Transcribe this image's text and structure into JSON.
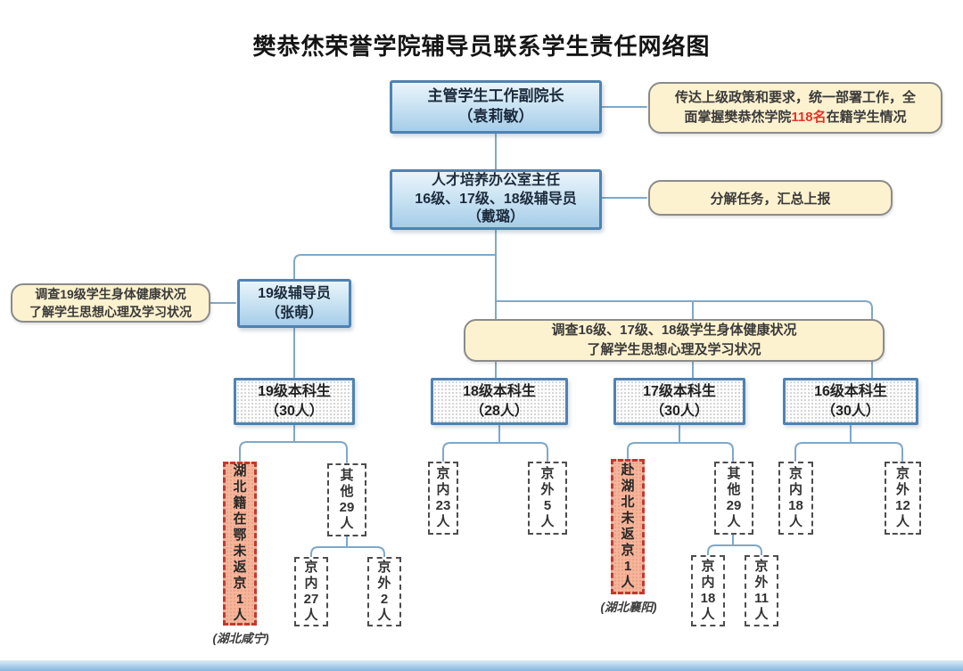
{
  "title": "樊恭烋荣誉学院辅导员联系学生责任网络图",
  "colors": {
    "node_border": "#4e83b4",
    "node_fill_top": "#eaf4fb",
    "node_fill_bottom": "#a6cde9",
    "note_fill": "#fdf2cf",
    "note_border": "#8b8b8b",
    "connector_line": "#7fa8c9",
    "alert_fill": "#f5b59b",
    "alert_border": "#c4382e",
    "highlight_red": "#e2342c"
  },
  "nodes": {
    "dean": {
      "label": "主管学生工作副院长\n（袁莉敏）"
    },
    "office": {
      "label": "人才培养办公室主任\n16级、17级、18级辅导员\n（戴璐）"
    },
    "counselor19": {
      "label": "19级辅导员\n（张萌）"
    },
    "grade19": {
      "label": "19级本科生\n（30人）"
    },
    "grade18": {
      "label": "18级本科生\n（28人）"
    },
    "grade17": {
      "label": "17级本科生\n（30人）"
    },
    "grade16": {
      "label": "16级本科生\n（30人）"
    }
  },
  "notes": {
    "dean_note": {
      "line1": "传达上级政策和要求，统一部署工作，全",
      "line2_prefix": "面掌握樊恭烋学院",
      "highlight": "118名",
      "line2_suffix": "在籍学生情况"
    },
    "office_note": {
      "label": "分解任务，汇总上报"
    },
    "counselor19_note": {
      "label": "调查19级学生身体健康状况\n了解学生思想心理及学习状况"
    },
    "grades_note": {
      "label": "调查16级、17级、18级学生身体健康状况\n了解学生思想心理及学习状况"
    }
  },
  "leaves": {
    "g19_hubei": {
      "label": "湖\n北\n籍\n在\n鄂\n未\n返\n京\n1\n人",
      "caption": "(湖北咸宁)"
    },
    "g19_other": {
      "label": "其\n他\n29\n人"
    },
    "g19_other_jingnei": {
      "label": "京\n内\n27\n人"
    },
    "g19_other_jingwai": {
      "label": "京\n外\n2\n人"
    },
    "g18_jingnei": {
      "label": "京\n内\n23\n人"
    },
    "g18_jingwai": {
      "label": "京\n外\n5\n人"
    },
    "g17_hubei": {
      "label": "赴\n湖\n北\n未\n返\n京\n1\n人",
      "caption": "(湖北襄阳)"
    },
    "g17_other": {
      "label": "其\n他\n29\n人"
    },
    "g17_other_jingnei": {
      "label": "京\n内\n18\n人"
    },
    "g17_other_jingwai": {
      "label": "京\n外\n11\n人"
    },
    "g16_jingnei": {
      "label": "京\n内\n18\n人"
    },
    "g16_jingwai": {
      "label": "京\n外\n12\n人"
    }
  }
}
